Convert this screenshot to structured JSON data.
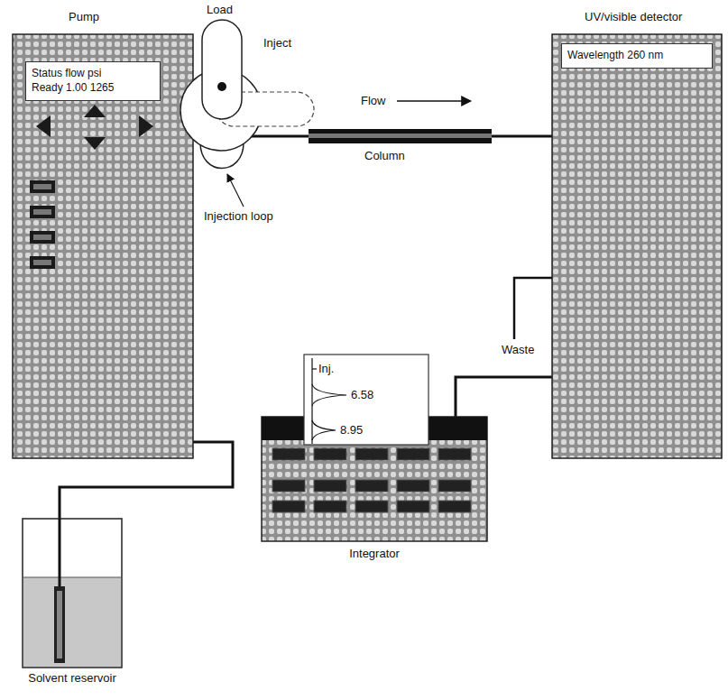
{
  "diagram": {
    "nodes": [
      {
        "text": [
          "Pump"
        ]
      },
      {
        "text": [
          "Status flow psi",
          "Ready 1.00 1265"
        ],
        "in": 0
      },
      {
        "text": [
          "Column"
        ]
      },
      {
        "text": [
          "UV/visible detector"
        ]
      },
      {
        "text": [
          "Wavelength 260 nm"
        ],
        "in": 3
      },
      {
        "text": [
          "Inj.",
          "6.58",
          "8.95"
        ]
      },
      {
        "text": [
          "Integrator"
        ]
      },
      {
        "text": [
          "Solvent reservoir"
        ]
      }
    ],
    "edges": [
      {
        "from": 7,
        "to": 0,
        "arrow": "none"
      },
      {
        "from": 0,
        "to": 2,
        "arrow": "none"
      },
      {
        "from": 2,
        "to": 3,
        "arrow": "none"
      },
      {
        "from": 3,
        "to": 6,
        "arrow": "none"
      }
    ],
    "labels": [
      "Load",
      "Inject",
      "Flow",
      "Injection loop",
      "Waste"
    ]
  }
}
